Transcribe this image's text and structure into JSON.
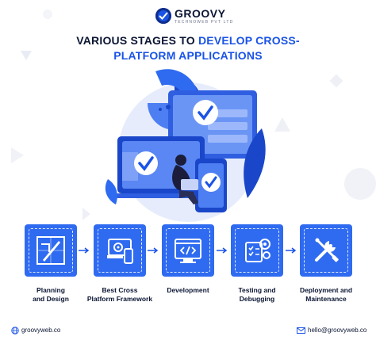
{
  "brand": {
    "name": "GROOVY",
    "tagline": "TECHNOWEB PVT LTD"
  },
  "title": {
    "part1": "VARIOUS STAGES TO ",
    "part2": "DEVELOP CROSS-",
    "part3": "PLATFORM APPLICATIONS"
  },
  "stages": [
    {
      "label_line1": "Planning",
      "label_line2": "and Design",
      "icon": "blueprint-icon"
    },
    {
      "label_line1": "Best Cross",
      "label_line2": "Platform Framework",
      "icon": "devices-gear-icon"
    },
    {
      "label_line1": "Development",
      "label_line2": "",
      "icon": "code-browser-icon"
    },
    {
      "label_line1": "Testing and",
      "label_line2": "Debugging",
      "icon": "testing-gears-icon"
    },
    {
      "label_line1": "Deployment and",
      "label_line2": "Maintenance",
      "icon": "wrench-screwdriver-icon"
    }
  ],
  "footer": {
    "website": "groovyweb.co",
    "email": "hello@groovyweb.co"
  },
  "colors": {
    "brand_blue": "#1a53e6",
    "card_blue": "#2f6bf0",
    "navy": "#0b1533"
  }
}
